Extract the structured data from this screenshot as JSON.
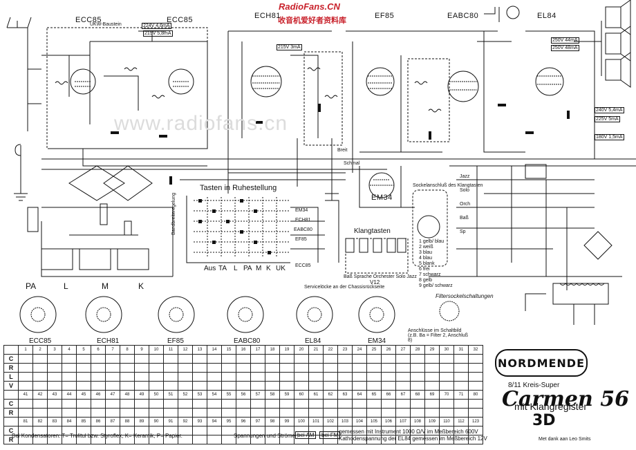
{
  "watermark": {
    "site": "RadioFans.CN",
    "tagline": "收音机爱好者资料库",
    "grey": "www.radiofans.cn"
  },
  "tubes": {
    "top": [
      "ECC85",
      "ECC85",
      "ECH81",
      "EF85",
      "EABC80",
      "EL84"
    ],
    "tuning": "EM34",
    "bottom": [
      "ECC85",
      "ECH81",
      "EF85",
      "EABC80",
      "EL84",
      "EM34"
    ]
  },
  "tasten": {
    "title": "Tasten in Ruhestellung",
    "row_labels": [
      "EM34",
      "ECH81",
      "EABC80",
      "EF85",
      "ECC85"
    ],
    "bottom_labels": [
      "Aus",
      "TA",
      "L",
      "PA",
      "M",
      "K",
      "UK"
    ],
    "side_label": "Bandbreiteregelung"
  },
  "klangtasten": {
    "title": "Klangtasten",
    "caption": "Baß Sprache Orchester Solo Jazz",
    "socket_title": "Sockelanschluß des Klangtasten",
    "code": "V12",
    "color_codes": [
      "1 gelb/ blau",
      "2 weiß",
      "3 blau",
      "4 blau",
      "5 blank",
      "6 frei",
      "7 schwarz",
      "8 gelb",
      "9 gelb/ schwarz"
    ],
    "switch_labels": [
      "Jazz",
      "Solo",
      "Orch",
      "Baß",
      "Sp"
    ]
  },
  "bands": [
    "PA",
    "L",
    "M",
    "K"
  ],
  "filter_note": "Filtersockelschaltungen",
  "filter_sub": "Anschlüsse im Schaltbild (z.B. Ba = Filter 2, Anschluß 8)",
  "service_note": "Servicelöcke an der Chassisrückseite",
  "table": {
    "row_labels": [
      "C",
      "R",
      "L",
      "V",
      "C",
      "R",
      "C",
      "R"
    ],
    "first_row_header": [
      "1",
      "2",
      "3",
      "4",
      "5",
      "6",
      "7",
      "8",
      "9",
      "10",
      "11",
      "12",
      "13",
      "14",
      "15",
      "16",
      "17",
      "18",
      "19",
      "20",
      "21",
      "22",
      "23",
      "24",
      "25",
      "26",
      "27",
      "28",
      "29",
      "30",
      "31",
      "32"
    ],
    "second_header": [
      "41",
      "42",
      "43",
      "44",
      "45",
      "46",
      "47",
      "48",
      "49",
      "50",
      "51",
      "52",
      "53",
      "54",
      "55",
      "56",
      "57",
      "58",
      "59",
      "60",
      "61",
      "62",
      "63",
      "64",
      "65",
      "66",
      "67",
      "68",
      "69",
      "70",
      "71",
      "80"
    ],
    "third_header": [
      "81",
      "82",
      "83",
      "84",
      "85",
      "86",
      "87",
      "88",
      "89",
      "90",
      "91",
      "92",
      "93",
      "94",
      "95",
      "96",
      "97",
      "98",
      "99",
      "100",
      "101",
      "102",
      "103",
      "104",
      "105",
      "106",
      "107",
      "108",
      "109",
      "110",
      "112",
      "123"
    ]
  },
  "legend": "Bei Kondensatoren: T= Trolitul bzw. Styroflex, K= Keramik, P= Papier.",
  "voltages": {
    "label": "Spannungen und Ströme :",
    "am": "bei AM",
    "fm": "bei FM",
    "note1": "gemessen mit Instrument 1000 Ω/V im Meßbereich 600V",
    "note2": "Kathodenspannung der EL84 gemessen im Meßbereich 12V"
  },
  "brand": "NORDMENDE",
  "subtitle": "8/11 Kreis-Super",
  "model": "Carmen 56",
  "tagline": "mit Klangregister",
  "badge": "3D",
  "thanks": "Met dank aan Leo Smits",
  "voltage_boxes": [
    "224V 4,6mA",
    "215V 5,8mA",
    "215V 3mA",
    "250V 44mA",
    "250V 48mA",
    "240V 5,4mA",
    "225V 5mA",
    "180V 1,5mA"
  ],
  "top_labels": {
    "ukw_baustein": "UKW-Baustein",
    "schmal": "Schmal",
    "breit": "Breit"
  }
}
